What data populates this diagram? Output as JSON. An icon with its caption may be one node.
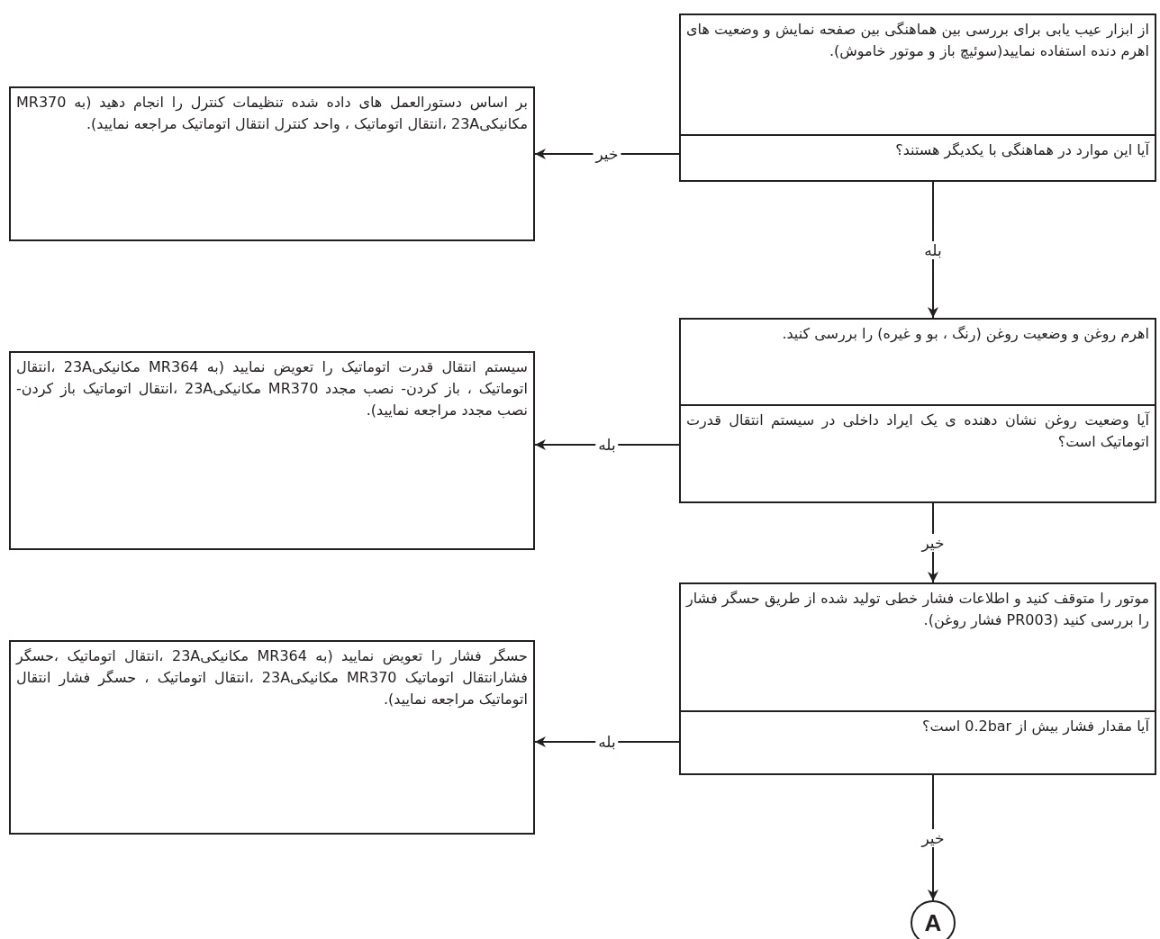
{
  "diagram": {
    "nodes": [
      {
        "text": [
          "از ابزار عیب یابی برای بررسی بین هماهنگی بین صفحه نمایش و وضعیت های اهرم دنده استفاده نمایید(سوئیچ باز و موتور خاموش).",
          "آیا این موارد در هماهنگی با یکدیگر هستند؟"
        ]
      },
      {
        "text": [
          "بر اساس دستورالعمل های داده شده تنظیمات کنترل را انجام دهید (به MR370 مکانیکی23A ،انتقال اتوماتیک ، واحد کنترل انتقال اتوماتیک مراجعه نمایید)."
        ]
      },
      {
        "text": [
          "اهرم روغن و وضعیت روغن (رنگ ، بو و غیره) را بررسی کنید.",
          "آیا وضعیت روغن نشان دهنده ی یک ایراد داخلی در سیستم انتقال قدرت اتوماتیک است؟"
        ]
      },
      {
        "text": [
          "سیستم انتقال قدرت اتوماتیک را تعویض نمایید (به MR364 مکانیکی23A ،انتقال اتوماتیک ، باز کردن- نصب مجدد MR370 مکانیکی23A ،انتقال اتوماتیک باز کردن- نصب مجدد مراجعه نمایید)."
        ]
      },
      {
        "text": [
          "موتور را متوقف کنید و اطلاعات فشار خطی تولید شده از طریق حسگر فشار را بررسی کنید (PR003 فشار روغن).",
          "آیا مقدار فشار بیش از 0.2bar است؟"
        ]
      },
      {
        "text": [
          "حسگر فشار را تعویض نمایید (به MR364 مکانیکی23A ،انتقال اتوماتیک ،حسگر فشارانتقال اتوماتیک MR370 مکانیکی23A ،انتقال اتوماتیک ، حسگر فشار انتقال اتوماتیک مراجعه نمایید)."
        ]
      },
      {
        "text": [
          "A"
        ]
      }
    ],
    "edges": [
      {
        "from": 0,
        "to": 1,
        "arrow": "to",
        "label": "خیر"
      },
      {
        "from": 0,
        "to": 2,
        "arrow": "to",
        "label": "بله"
      },
      {
        "from": 2,
        "to": 3,
        "arrow": "to",
        "label": "بله"
      },
      {
        "from": 2,
        "to": 4,
        "arrow": "to",
        "label": "خیر"
      },
      {
        "from": 4,
        "to": 5,
        "arrow": "to",
        "label": "بله"
      },
      {
        "from": 4,
        "to": 6,
        "arrow": "to",
        "label": "خیر"
      }
    ]
  }
}
